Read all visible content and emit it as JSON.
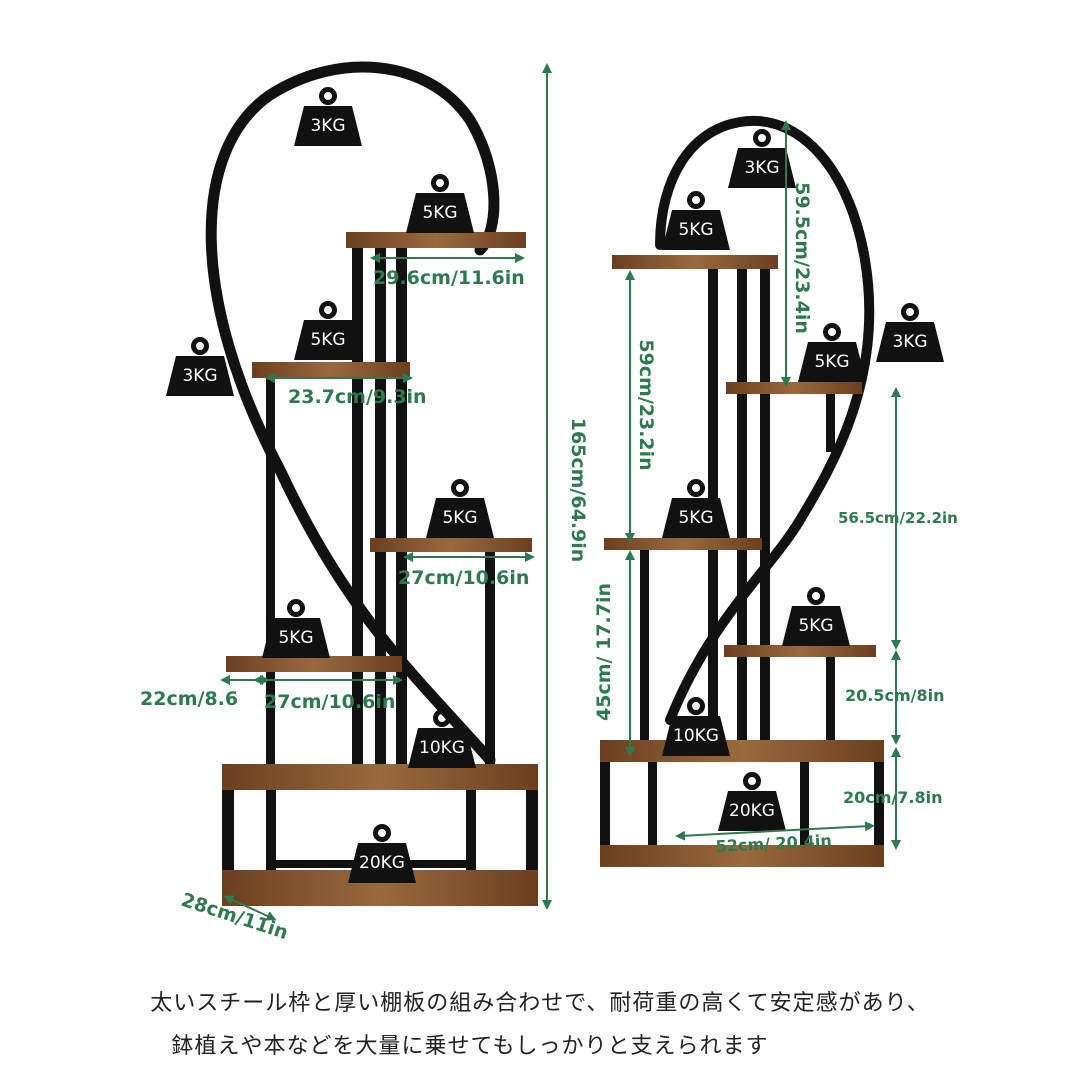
{
  "colors": {
    "wood": "#7a4a25",
    "wood_light": "#9a6a3e",
    "frame": "#111111",
    "dimension": "#2e7a4f",
    "weight": "#111111"
  },
  "left_shelf": {
    "weights": [
      "3KG",
      "5KG",
      "5KG",
      "3KG",
      "5KG",
      "5KG",
      "10KG",
      "20KG"
    ],
    "dimensions": {
      "total_height": "165cm/64.9in",
      "top_shelf": "29.6cm/11.6in",
      "second_shelf": "23.7cm/9.3in",
      "right_mid_shelf": "27cm/10.6in",
      "left_low_depth": "22cm/8.6",
      "left_low_width": "27cm/10.6in",
      "base_depth": "28cm/11in"
    }
  },
  "right_shelf": {
    "weights": [
      "3KG",
      "5KG",
      "3KG",
      "5KG",
      "5KG",
      "5KG",
      "10KG",
      "20KG"
    ],
    "dimensions": {
      "arch_height": "59.5cm/23.4in",
      "upper_span": "59cm/23.2in",
      "right_span": "56.5cm/22.2in",
      "lower_span": "45cm/ 17.7in",
      "small_gap": "20.5cm/8in",
      "base_height": "20cm/7.8in",
      "base_width": "52cm/ 20.4in"
    }
  },
  "caption": {
    "line1": "太いスチール枠と厚い棚板の組み合わせで、耐荷重の高くて安定感があり、",
    "line2": "鉢植えや本などを大量に乗せてもしっかりと支えられます"
  }
}
